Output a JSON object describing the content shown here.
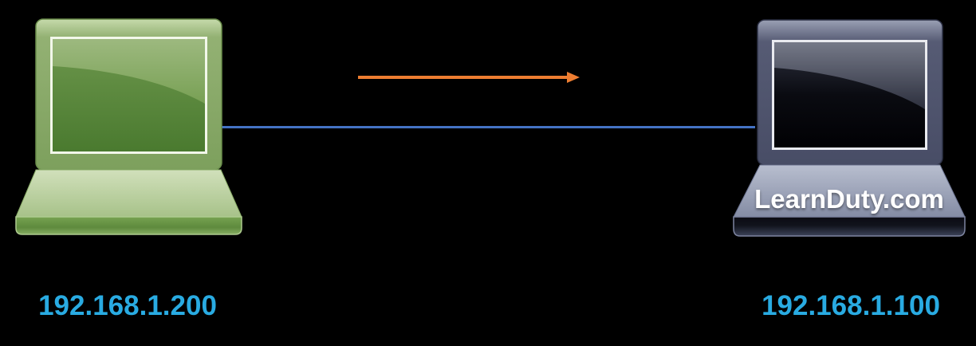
{
  "background_color": "#000000",
  "client": {
    "device": "laptop",
    "icon_color": "green",
    "ip": "192.168.1.200"
  },
  "server": {
    "device": "laptop",
    "icon_color": "dark-slate",
    "label": "LearnDuty.com",
    "label_color": "#FFFFFF",
    "ip": "192.168.1.100"
  },
  "link_line": {
    "color": "#4472C4",
    "style": "solid"
  },
  "request_arrow": {
    "color": "#ED7D31",
    "direction": "left-to-right"
  },
  "ip_label_color": "#29ABE2"
}
